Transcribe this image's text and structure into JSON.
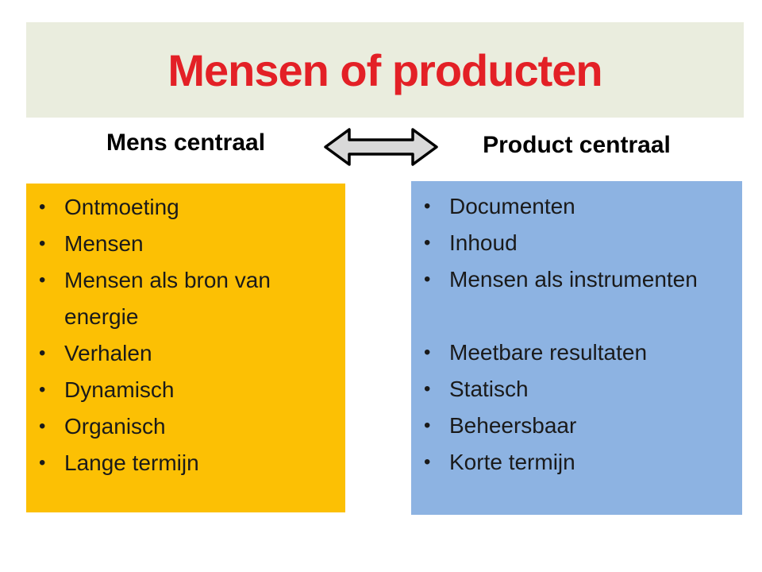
{
  "slide": {
    "title": "Mensen of producten",
    "columns": {
      "left": {
        "header": "Mens centraal",
        "items": [
          "Ontmoeting",
          "Mensen",
          "Mensen als bron van energie",
          "Verhalen",
          "Dynamisch",
          "Organisch",
          "Lange termijn"
        ]
      },
      "right": {
        "header": "Product centraal",
        "items": [
          "Documenten",
          "Inhoud",
          "Mensen als instrumenten",
          "",
          "Meetbare resultaten",
          "Statisch",
          "Beheersbaar",
          "Korte termijn"
        ]
      }
    },
    "arrow": "left-right-arrow",
    "colors": {
      "title_red": "#e32026",
      "band_bg": "#eaedde",
      "left_box_bg": "#fcc004",
      "right_box_bg": "#8db3e2",
      "arrow_fill": "#d9d9d9",
      "arrow_stroke": "#000000",
      "text": "#1a1a1a"
    }
  }
}
